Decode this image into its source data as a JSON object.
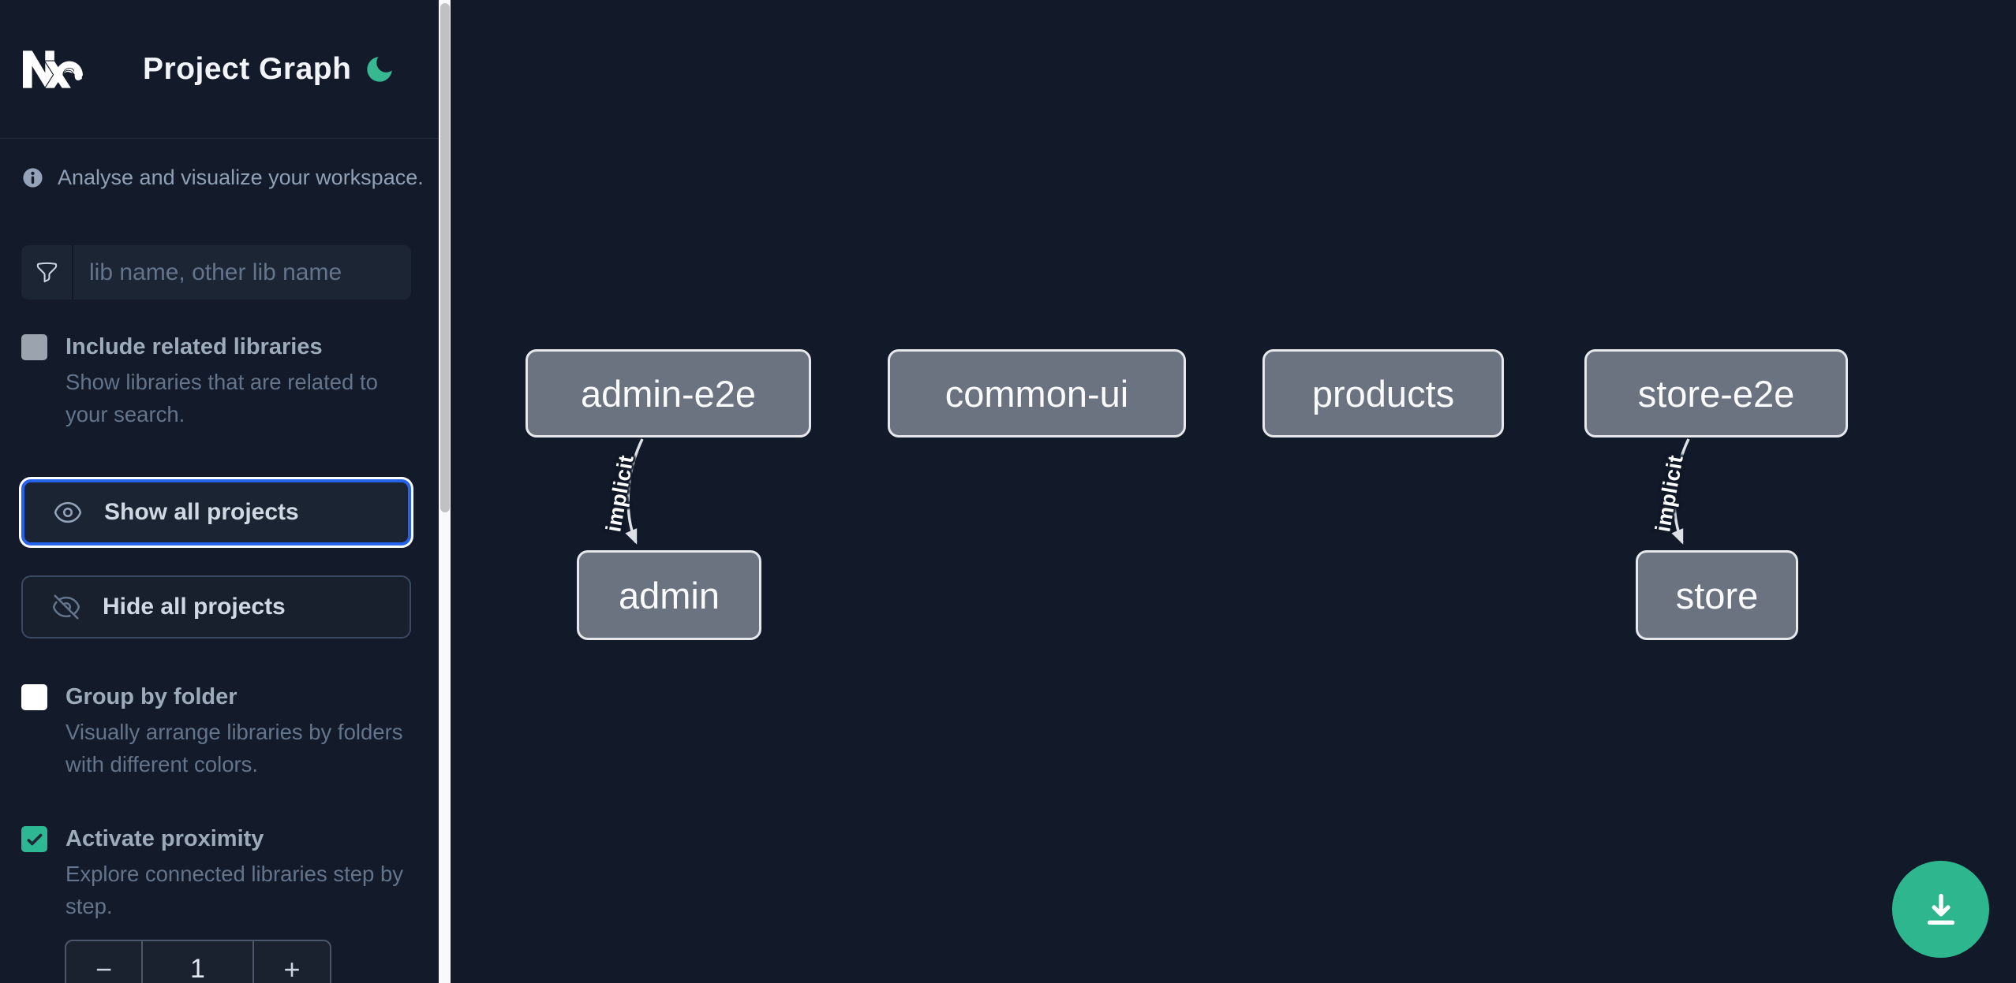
{
  "app": {
    "title": "Project Graph"
  },
  "colors": {
    "accent_teal": "#2eb793",
    "focus_ring_blue": "#2563eb",
    "canvas_bg": "#121a29",
    "sidebar_bg": "#131b2a",
    "node_fill": "#6b7280",
    "node_border": "#e6e8eb"
  },
  "sidebar": {
    "tagline": "Analyse and visualize your workspace.",
    "search": {
      "placeholder": "lib name, other lib name",
      "value": ""
    },
    "toggles": [
      {
        "title": "Include related libraries",
        "description": "Show libraries that are related to your search.",
        "checked": false
      },
      {
        "title": "Group by folder",
        "description": "Visually arrange libraries by folders with different colors.",
        "checked": false
      },
      {
        "title": "Activate proximity",
        "description": "Explore connected libraries step by step.",
        "checked": true
      }
    ],
    "buttons": {
      "show_all": "Show all projects",
      "hide_all": "Hide all projects"
    },
    "stepper": {
      "decrement": "−",
      "value": "1",
      "increment": "+"
    }
  },
  "graph": {
    "nodes": [
      {
        "label": "admin-e2e"
      },
      {
        "label": "common-ui"
      },
      {
        "label": "products"
      },
      {
        "label": "store-e2e"
      },
      {
        "label": "admin"
      },
      {
        "label": "store"
      }
    ],
    "edges": [
      {
        "source": "admin-e2e",
        "target": "admin",
        "label": "implicit"
      },
      {
        "source": "store-e2e",
        "target": "store",
        "label": "implicit"
      }
    ]
  },
  "fab": {
    "icon": "download-icon"
  }
}
